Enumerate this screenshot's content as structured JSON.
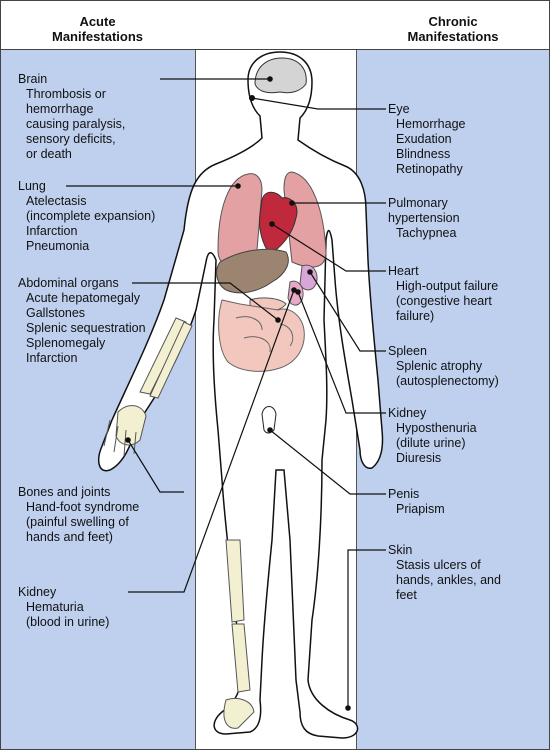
{
  "headers": {
    "acute": "Acute\nManifestations",
    "chronic": "Chronic\nManifestations"
  },
  "acute": [
    {
      "title": "Brain",
      "details": [
        "Thrombosis or",
        "hemorrhage",
        "causing paralysis,",
        "sensory deficits,",
        "or death"
      ]
    },
    {
      "title": "Lung",
      "details": [
        "Atelectasis",
        "(incomplete expansion)",
        "Infarction",
        "Pneumonia"
      ]
    },
    {
      "title": "Abdominal organs",
      "details": [
        "Acute hepatomegaly",
        "Gallstones",
        "Splenic sequestration",
        "Splenomegaly",
        "Infarction"
      ]
    },
    {
      "title": "Bones and joints",
      "details": [
        "Hand-foot syndrome",
        "(painful swelling of",
        "hands and feet)"
      ]
    },
    {
      "title": "Kidney",
      "details": [
        "Hematuria",
        "(blood in urine)"
      ]
    }
  ],
  "chronic": [
    {
      "title": "Eye",
      "details": [
        "Hemorrhage",
        "Exudation",
        "Blindness",
        "Retinopathy"
      ]
    },
    {
      "title": "Pulmonary",
      "details": [
        "hypertension",
        "Tachypnea"
      ],
      "indent_first": false
    },
    {
      "title": "Heart",
      "details": [
        "High-output failure",
        "(congestive heart",
        "failure)"
      ]
    },
    {
      "title": "Spleen",
      "details": [
        "Splenic atrophy",
        "(autosplenectomy)"
      ]
    },
    {
      "title": "Kidney",
      "details": [
        "Hyposthenuria",
        "(dilute urine)",
        "Diuresis"
      ]
    },
    {
      "title": "Penis",
      "details": [
        "Priapism"
      ]
    },
    {
      "title": "Skin",
      "details": [
        "Stasis ulcers of",
        "hands, ankles, and",
        "feet"
      ]
    }
  ],
  "colors": {
    "panel": "#bfd0ef",
    "lung": "#e3a1a3",
    "heart": "#c0283c",
    "liver": "#9b8570",
    "intestine": "#f2c7bd",
    "bone": "#f3f0d2"
  }
}
